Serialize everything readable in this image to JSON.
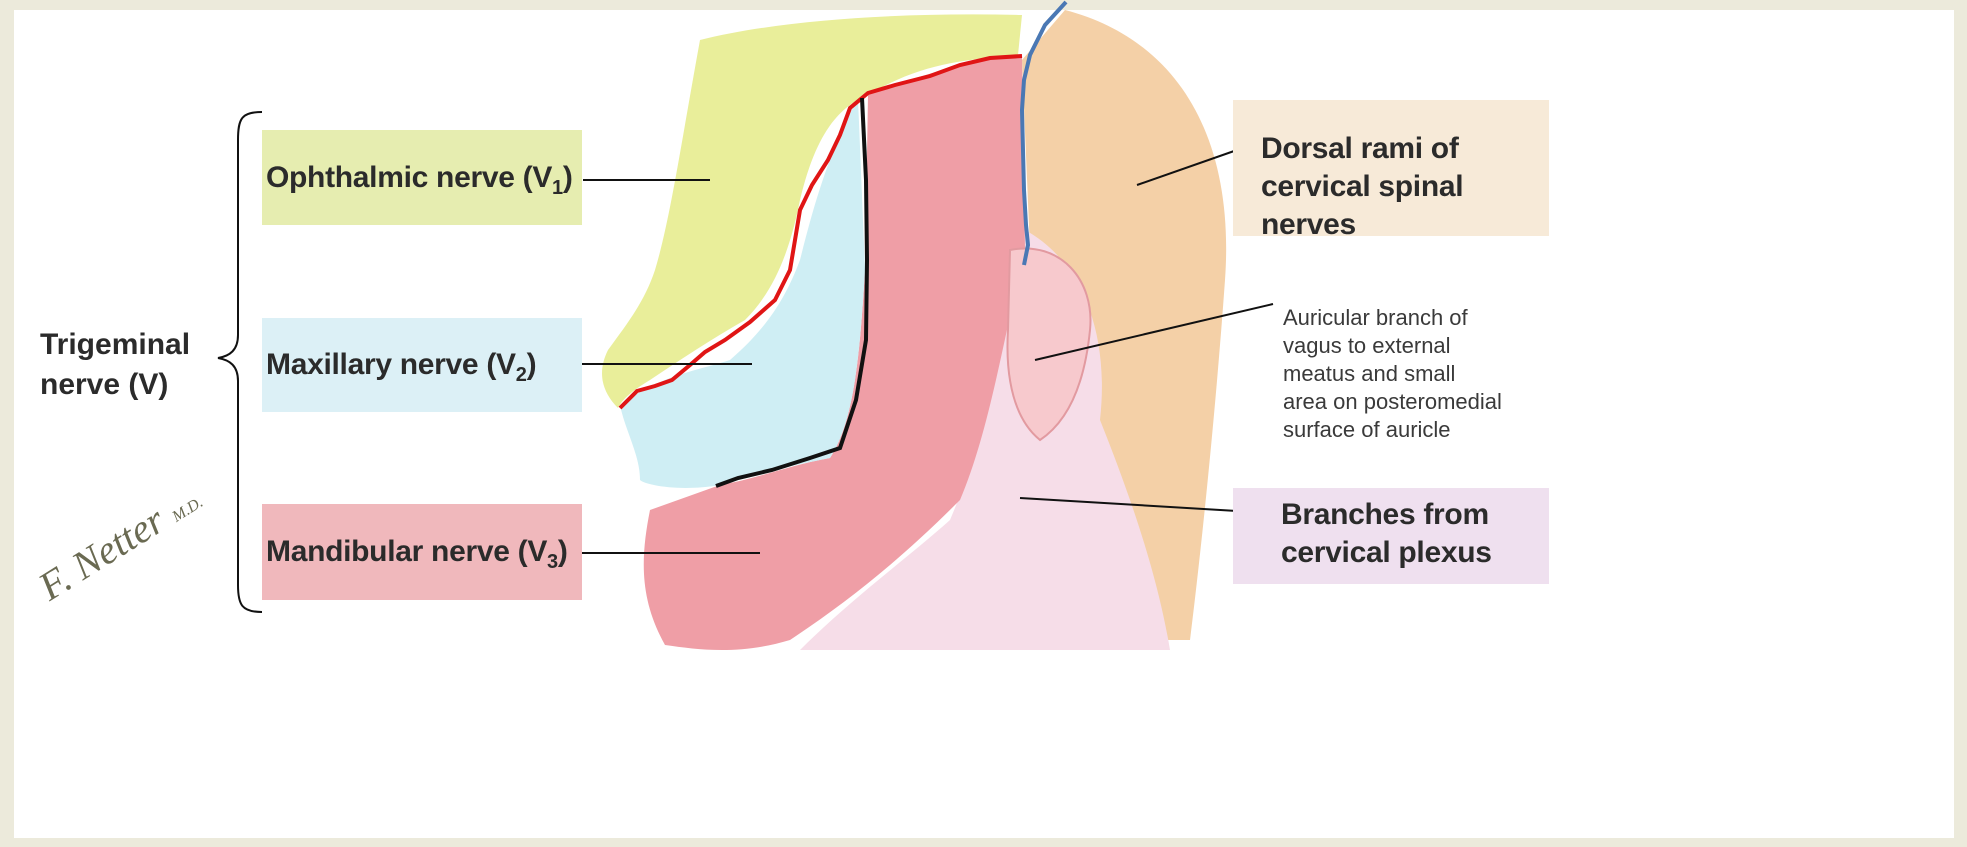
{
  "title": "",
  "group_label": {
    "line1": "Trigeminal",
    "line2": "nerve (V)"
  },
  "nerves": [
    {
      "name": "Ophthalmic nerve (V",
      "sub": "1",
      "suffix": ")",
      "color": "#e6edb0"
    },
    {
      "name": "Maxillary nerve (V",
      "sub": "2",
      "suffix": ")",
      "color": "#dcf0f6"
    },
    {
      "name": "Mandibular nerve (V",
      "sub": "3",
      "suffix": ")",
      "color": "#f0b8bc"
    }
  ],
  "dorsal_rami": {
    "lines": [
      "Dorsal rami of",
      "cervical spinal",
      "nerves"
    ],
    "color": "#f7ead8"
  },
  "auricular_branch": {
    "lines": [
      "Auricular branch of",
      "vagus to external",
      "meatus and small",
      "area on posteromedial",
      "surface of auricle"
    ]
  },
  "cervical_plexus": {
    "lines": [
      "Branches from",
      "cervical plexus"
    ],
    "color": "#efe0ef"
  },
  "signature": {
    "name": "F. Netter",
    "suffix": "M.D."
  },
  "colors": {
    "boundary_v1_v2": "#e01515",
    "boundary_v2_v3": "#111111",
    "boundary_trigeminal_cervical": "#4a78b4",
    "v1_region": "#e9ee9a",
    "v2_region": "#cfeef4",
    "v3_region": "#ef9ea6",
    "dorsal_region": "#f2c898",
    "plexus_region": "#f6dde8"
  }
}
